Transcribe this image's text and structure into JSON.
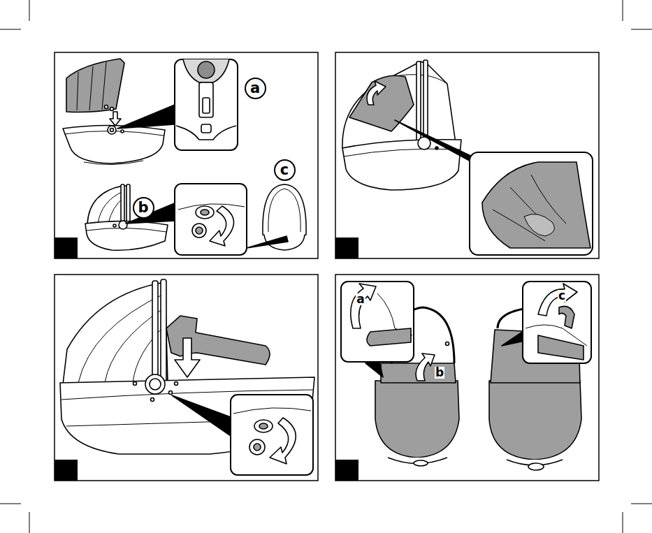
{
  "diagram": {
    "nodes": [
      {
        "text": [
          "a"
        ]
      },
      {
        "text": [
          "b"
        ]
      },
      {
        "text": [
          "c"
        ]
      }
    ],
    "labels": [
      "a",
      "b",
      "c"
    ]
  }
}
